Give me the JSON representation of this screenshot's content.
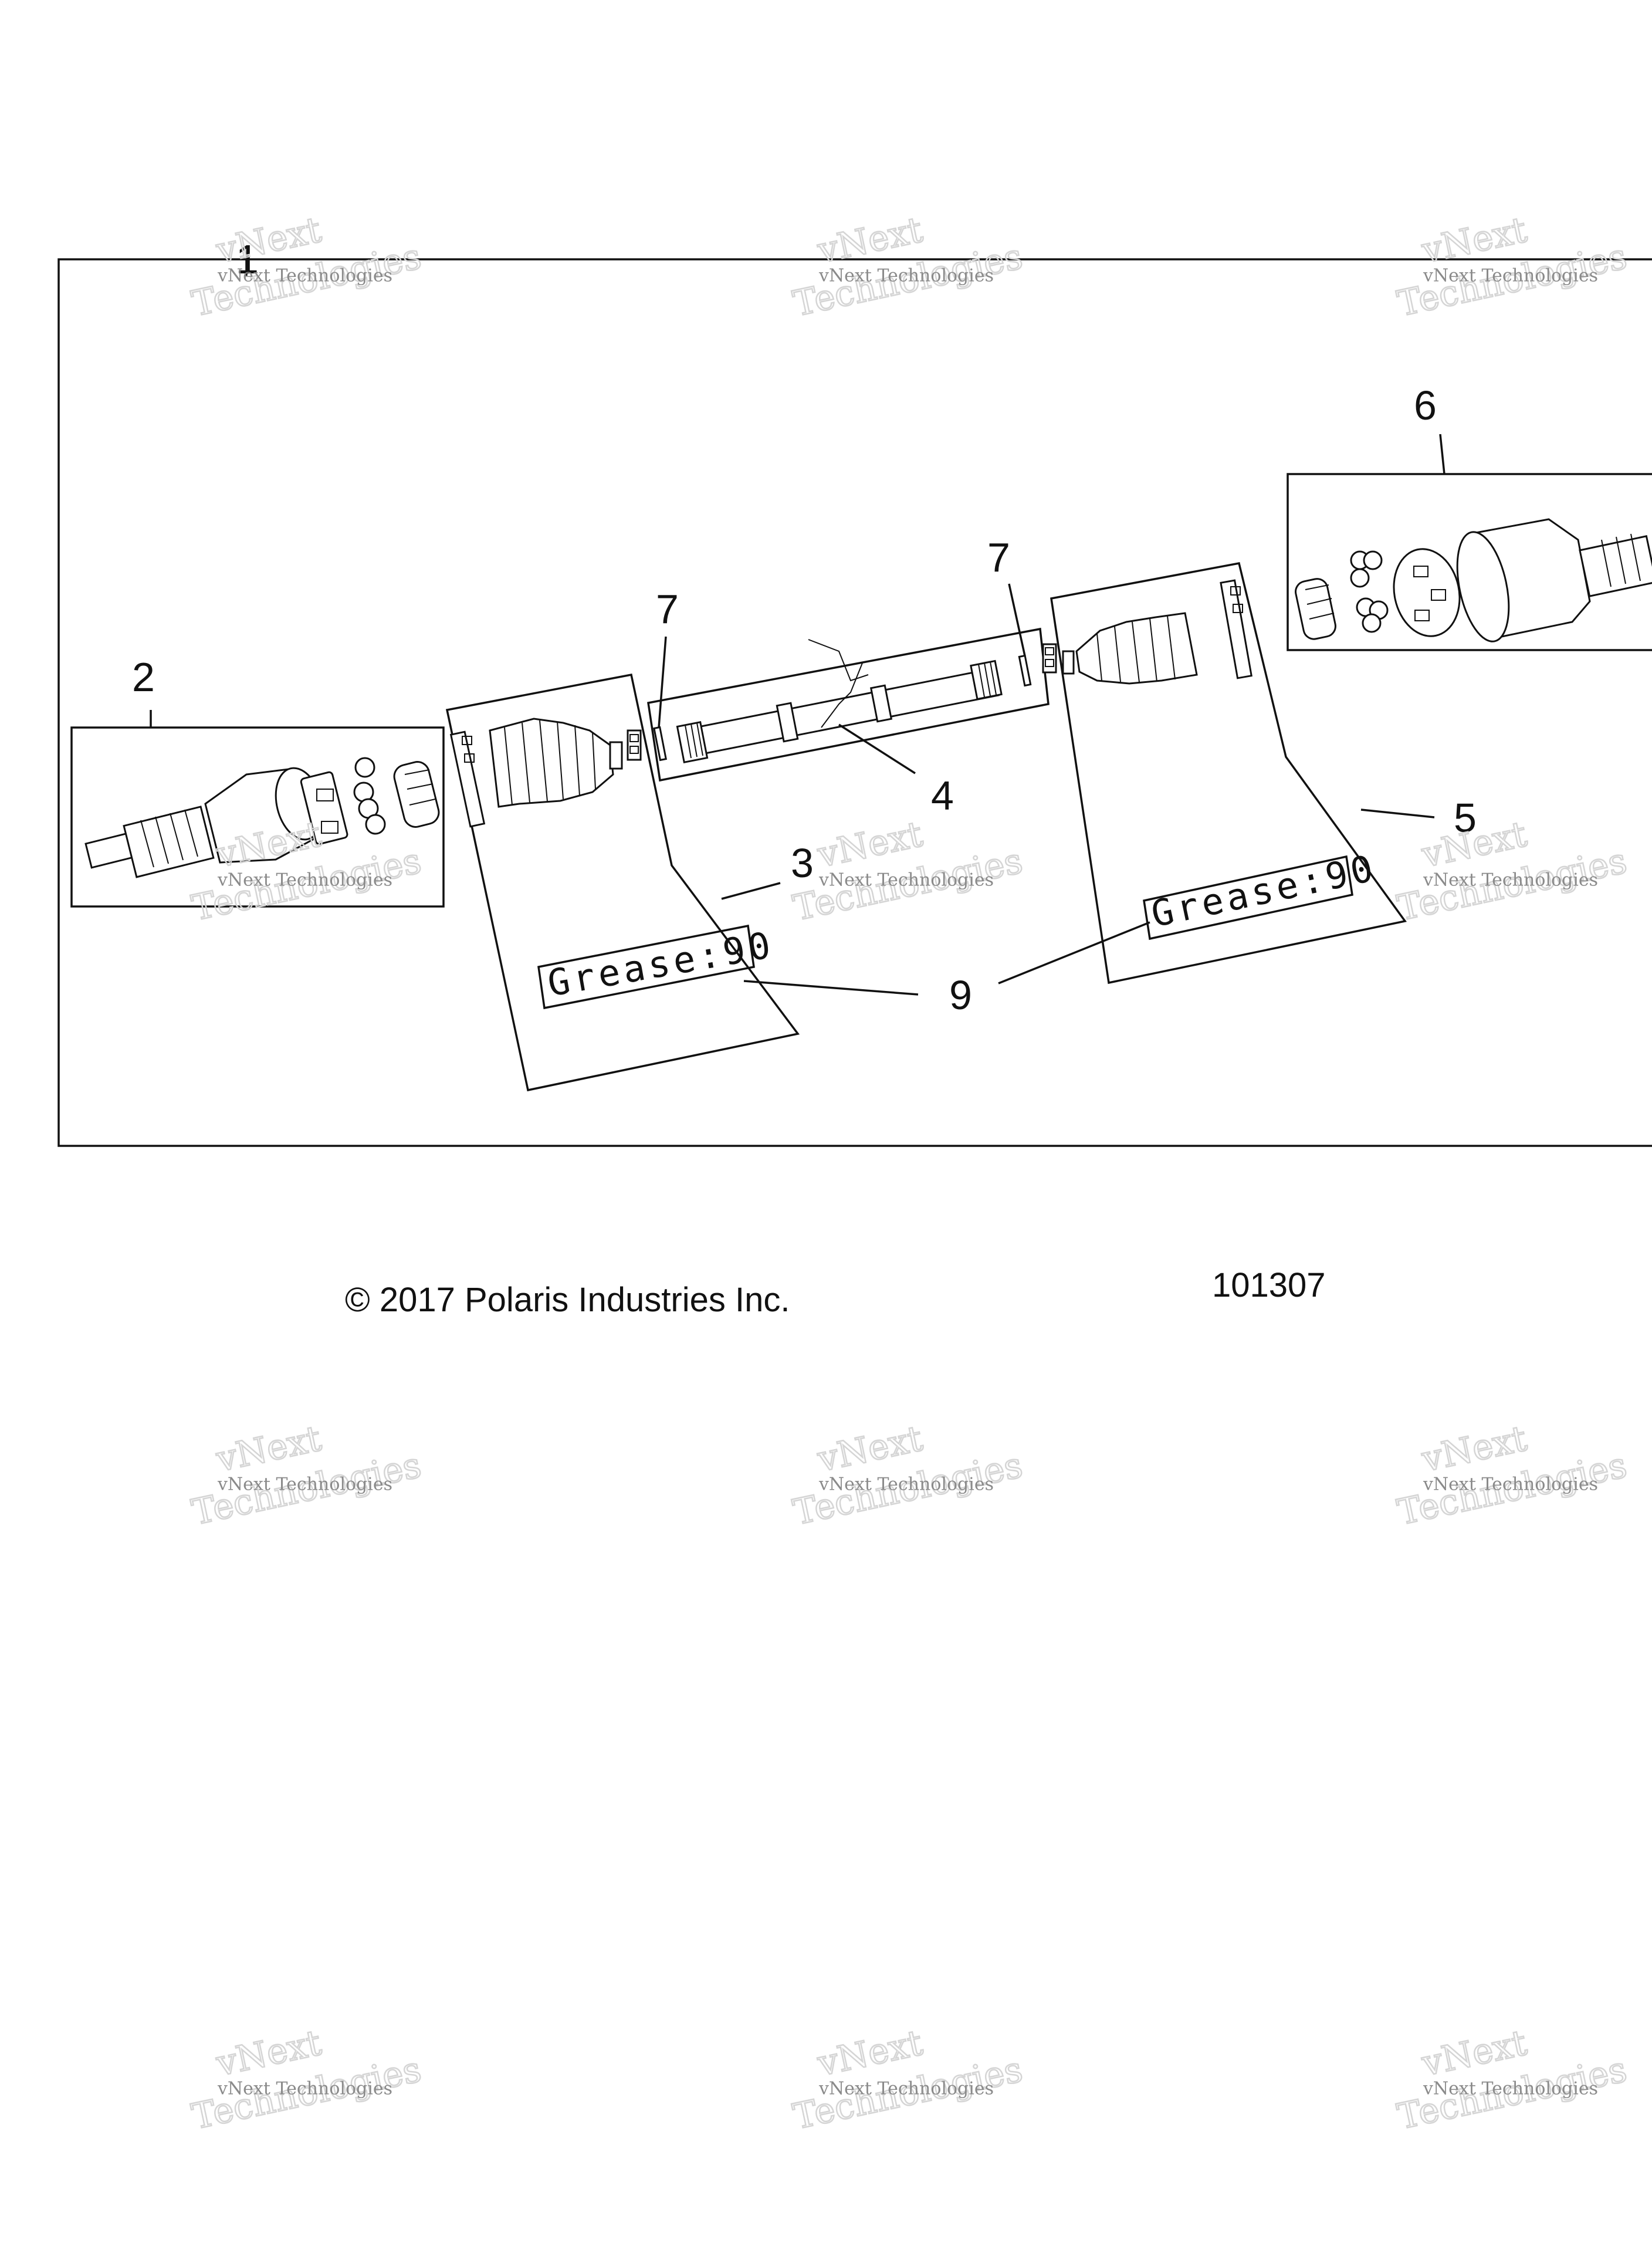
{
  "callouts": {
    "c1": "1",
    "c2": "2",
    "c3": "3",
    "c4": "4",
    "c5": "5",
    "c6": "6",
    "c7a": "7",
    "c7b": "7",
    "c9": "9"
  },
  "grease_labels": {
    "left": "Grease:90",
    "right": "Grease:90"
  },
  "footer": {
    "copyright": "© 2017 Polaris Industries Inc.",
    "figure_number": "101307"
  },
  "watermark": {
    "line1": "vNext Technologies",
    "big1": "vNext",
    "big2": "Technologies"
  }
}
